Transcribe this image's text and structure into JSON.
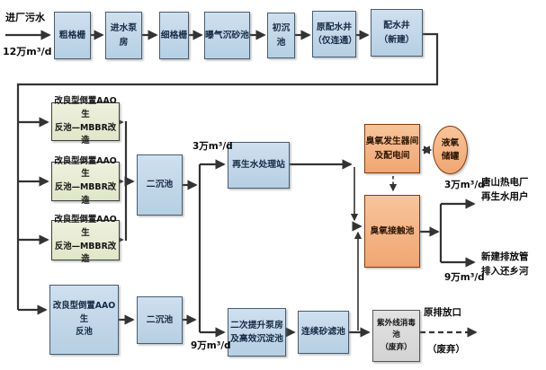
{
  "flows": {
    "influent": "进厂污水",
    "influent_rate": "12万m³/d",
    "reuse_rate": "3万m³/d",
    "discharge_rate": "9万m³/d",
    "reuse_out_rate": "3万m³/d",
    "discharge_out_rate": "9万m³/d",
    "reuse_user": "唐山热电厂\n再生水用户",
    "new_outfall": "新建排放管\n排入还乡河",
    "old_outfall": "原排放口",
    "old_outfall_status": "（废弃）"
  },
  "boxes": {
    "coarse_screen": "粗格栅",
    "inlet_pump_house": "进水泵房",
    "fine_screen": "细格栅",
    "aerated_grit_chamber": "曝气沉砂池",
    "primary_sedimentation_tank": "初沉池",
    "original_distribution_well": "原配水井\n（仅连通）",
    "new_distribution_well": "配水井\n（新建）",
    "aao_mbbr_reactor": "改良型倒置AAO生\n反池—MBBR改造",
    "aao_reactor": "改良型倒置AAO生\n反池",
    "secondary_sedimentation_tank": "二沉池",
    "reclaimed_water_station": "再生水处理站",
    "secondary_lift_pump_house": "二次提升泵房\n及高效沉淀池",
    "continuous_sand_filter": "连续砂滤池",
    "uv_disinfection_tank": "紫外线消毒池\n（废弃）",
    "ozone_generator_room": "臭氧发生器间\n及配电间",
    "liquid_oxygen_tank": "液氧\n储罐",
    "ozone_contact_tank": "臭氧接触池"
  },
  "colors": {
    "process_box_fill": "#bdd6ea",
    "process_box_border": "#4a5d70",
    "mbbr_box_fill": "#e7ebd6",
    "mbbr_box_border": "#404040",
    "ozone_box_fill": "#f5b183",
    "ozone_box_border": "#843c0c",
    "abandoned_box_fill": "#d9d9d9",
    "line_color": "#333333"
  }
}
